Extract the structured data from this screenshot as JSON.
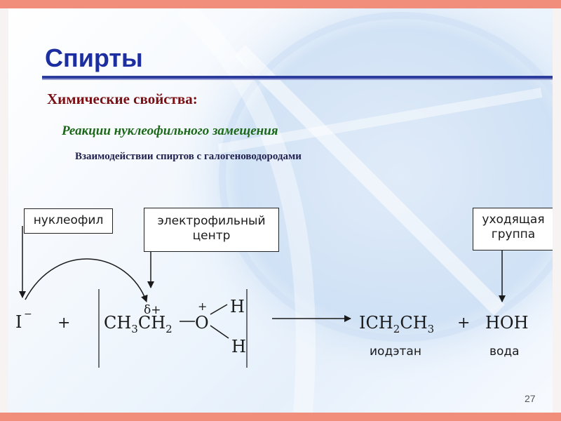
{
  "slide": {
    "title": "Спирты",
    "subtitle": "Химические свойства:",
    "reaction_type": "Реакции нуклеофильного замещения",
    "interaction": "Взаимодействии спиртов с галогеноводородами",
    "page_number": "27"
  },
  "labels": {
    "nucleophile": "нуклеофил",
    "electrophilic_center": [
      "электрофильный",
      "центр"
    ],
    "leaving_group": [
      "уходящая",
      "группа"
    ]
  },
  "scheme": {
    "iodide": "I",
    "iodide_charge": "−",
    "plus": "+",
    "delta_plus": "δ+",
    "oxonium_charge": "+",
    "ch3": "CH",
    "sub3": "3",
    "ch2": "CH",
    "sub2": "2",
    "oxygen": "O",
    "hydrogen": "H",
    "product_1_i": "ICH",
    "product_1_ch": "CH",
    "product_1_main": "ICH₂CH₃",
    "product_1_name": "иодэтан",
    "product_2": "HOH",
    "product_2_name": "вода"
  },
  "colors": {
    "title": "#1d2ea0",
    "subtitle": "#7a0f14",
    "reaction_type": "#1b6818",
    "frame": "#f08d7b"
  }
}
